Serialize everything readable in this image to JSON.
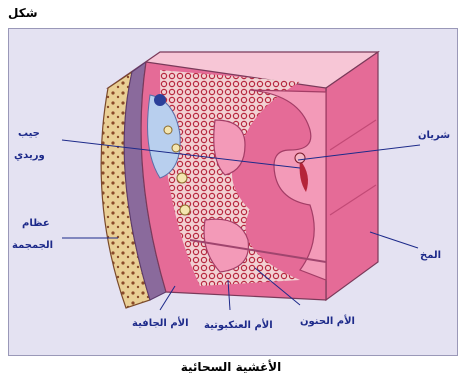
{
  "figure_label": "شكل",
  "caption": "الأغشية السحائية",
  "labels": {
    "venous_sinus_line1": "جيب",
    "venous_sinus_line2": "وريدي",
    "skull_bone_line1": "عظام",
    "skull_bone_line2": "الجمجمة",
    "artery": "شريان",
    "brain": "المخ",
    "dura_mater": "الأم الجافية",
    "arachnoid": "الأم العنكبوتية",
    "pia_mater": "الأم الحنون"
  },
  "colors": {
    "panel_bg": "#e4e2f2",
    "label_text": "#1d2a8a",
    "brain_pink": "#e56b97",
    "brain_light": "#f39ab8",
    "bone": "#e9cf95",
    "sinus_blue": "#b8cfee",
    "vessel_red": "#b5243a",
    "dura_purple": "#8a6a9c"
  }
}
